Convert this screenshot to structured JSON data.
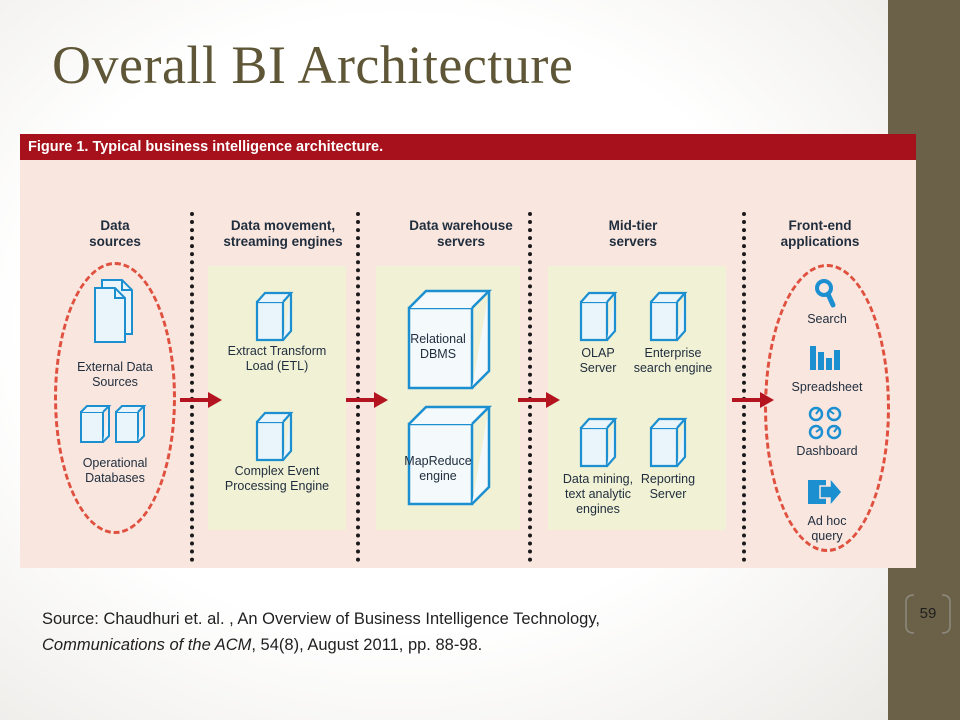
{
  "slide": {
    "title": "Overall BI Architecture",
    "page_number": "59"
  },
  "figure": {
    "header": "Figure 1. Typical business intelligence architecture.",
    "columns": [
      {
        "title_line1": "Data",
        "title_line2": "sources"
      },
      {
        "title_line1": "Data movement,",
        "title_line2": "streaming engines"
      },
      {
        "title_line1": "Data warehouse",
        "title_line2": "servers"
      },
      {
        "title_line1": "Mid-tier",
        "title_line2": "servers"
      },
      {
        "title_line1": "Front-end",
        "title_line2": "applications"
      }
    ],
    "data_sources": {
      "external": {
        "line1": "External Data",
        "line2": "Sources"
      },
      "operational": {
        "line1": "Operational",
        "line2": "Databases"
      }
    },
    "movement": {
      "etl": {
        "line1": "Extract Transform",
        "line2": "Load (ETL)"
      },
      "cep": {
        "line1": "Complex Event",
        "line2": "Processing Engine"
      }
    },
    "warehouse": {
      "rdbms": {
        "line1": "Relational",
        "line2": "DBMS"
      },
      "mapreduce": {
        "line1": "MapReduce",
        "line2": "engine"
      }
    },
    "midtier": {
      "olap": {
        "line1": "OLAP",
        "line2": "Server"
      },
      "enterprise": {
        "line1": "Enterprise",
        "line2": "search engine"
      },
      "mining": {
        "line1": "Data mining,",
        "line2": "text analytic",
        "line3": "engines"
      },
      "reporting": {
        "line1": "Reporting",
        "line2": "Server"
      }
    },
    "frontend": {
      "search": "Search",
      "spreadsheet": "Spreadsheet",
      "dashboard": "Dashboard",
      "adhoc": {
        "line1": "Ad hoc",
        "line2": "query"
      }
    }
  },
  "caption": {
    "line1": "Source:  Chaudhuri et. al. , An Overview of Business Intelligence Technology,",
    "journal": "Communications of the ACM",
    "line2_rest": ", 54(8), August 2011, pp. 88-98."
  },
  "colors": {
    "header_red": "#a6111b",
    "figure_bg": "#f9e6df",
    "panel_bg": "#f1f1d5",
    "arrow_red": "#b3141f",
    "dashed_ellipse": "#e0503f",
    "cube_blue": "#1c8fd0",
    "side_band": "#6b6148",
    "title_color": "#5e5636"
  }
}
